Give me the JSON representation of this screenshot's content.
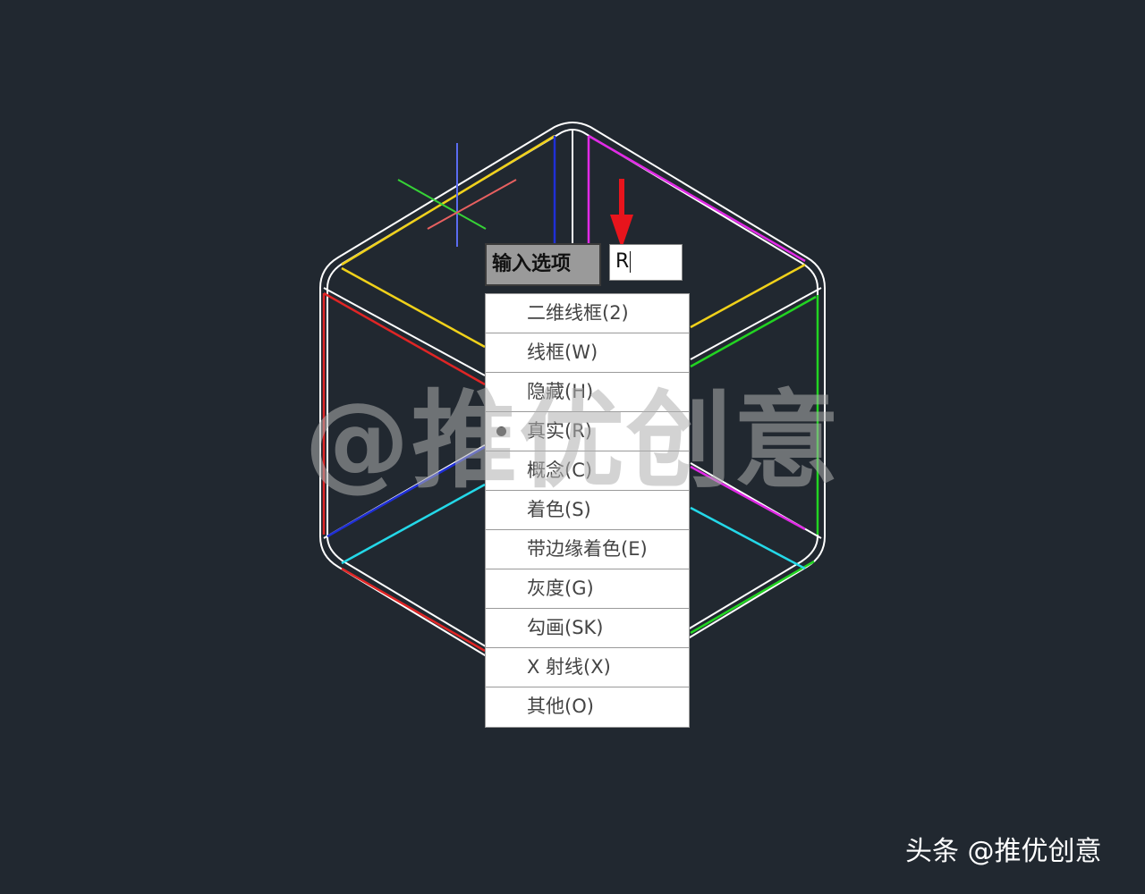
{
  "command_prompt": {
    "label": "输入选项",
    "input_value": "R"
  },
  "visual_style_menu": {
    "items": [
      {
        "label": "二维线框(2)"
      },
      {
        "label": "线框(W)"
      },
      {
        "label": "隐藏(H)"
      },
      {
        "label": "真实(R)",
        "selected": true
      },
      {
        "label": "概念(C)"
      },
      {
        "label": "着色(S)"
      },
      {
        "label": "带边缘着色(E)"
      },
      {
        "label": "灰度(G)"
      },
      {
        "label": "勾画(SK)"
      },
      {
        "label": "X 射线(X)"
      },
      {
        "label": "其他(O)"
      }
    ]
  },
  "watermark": {
    "text": "@推优创意"
  },
  "credit": {
    "text": "头条 @推优创意"
  },
  "colors": {
    "background": "#212830",
    "annotation_arrow": "#e8141c",
    "edge_white": "#ffffff",
    "edge_yellow": "#f0d11a",
    "edge_magenta": "#e12ae6",
    "edge_red": "#e02525",
    "edge_green": "#22d422",
    "edge_blue": "#1f2fd6",
    "edge_cyan": "#24d8e8"
  },
  "icons": [
    "crosshair-cursor-icon",
    "red-arrow-down-icon",
    "selected-bullet-icon"
  ]
}
